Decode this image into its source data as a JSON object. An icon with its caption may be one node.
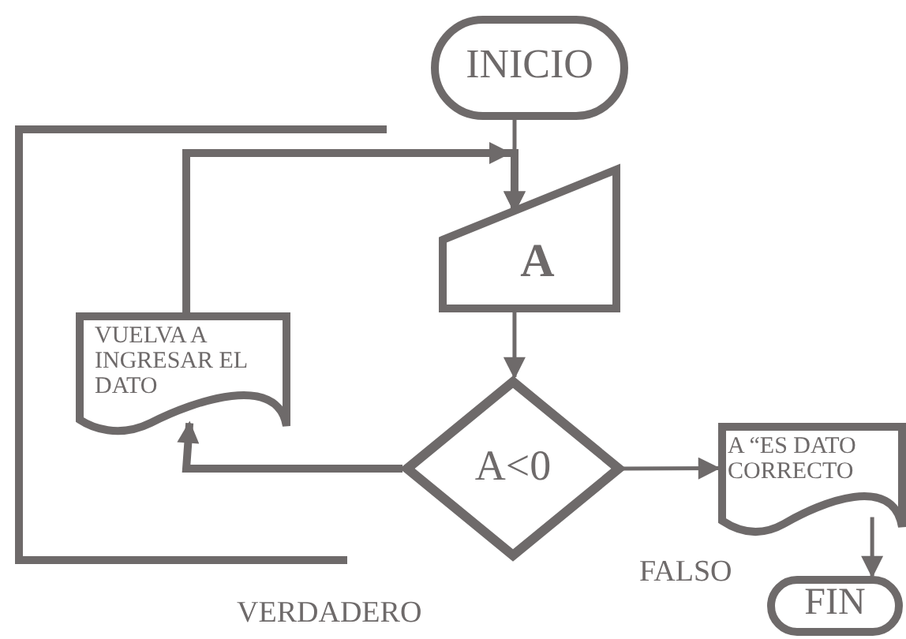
{
  "diagram": {
    "nodes": [
      {
        "text": [
          "INICIO"
        ]
      },
      {
        "text": [
          "A"
        ]
      },
      {
        "text": [
          "A<0"
        ]
      },
      {
        "text": [
          "VUELVA A INGRESAR EL DATO"
        ]
      },
      {
        "text": [
          "A “ES DATO CORRECTO"
        ]
      },
      {
        "text": [
          "FIN"
        ]
      }
    ],
    "edges": [
      {
        "from": 0,
        "to": 1,
        "arrow": "to"
      },
      {
        "from": 1,
        "to": 2,
        "arrow": "to"
      },
      {
        "from": 2,
        "to": 3,
        "arrow": "to",
        "style": "thick"
      },
      {
        "from": 3,
        "to": 1,
        "arrow": "to",
        "style": "thick"
      },
      {
        "from": 2,
        "to": 4,
        "arrow": "to"
      },
      {
        "from": 4,
        "to": 5,
        "arrow": "to"
      }
    ],
    "labels": [
      "FALSO",
      "VERDADERO"
    ]
  }
}
